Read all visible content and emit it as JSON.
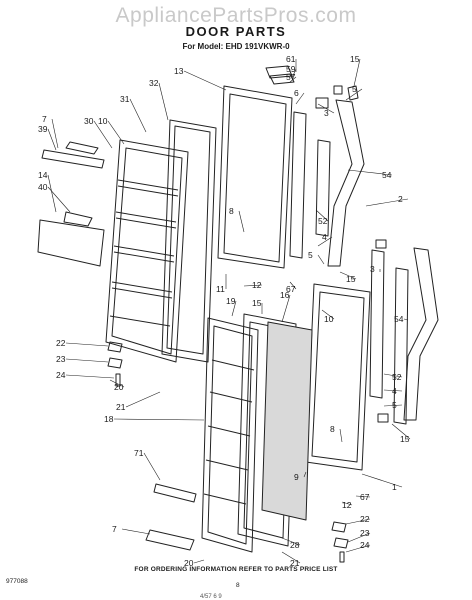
{
  "watermark": "AppliancePartsPros.com",
  "title": "DOOR PARTS",
  "model": "For Model: EHD 191VKWR-0",
  "footer": "FOR ORDERING INFORMATION REFER TO PARTS PRICE LIST",
  "code": "977088",
  "page_number": "8",
  "stamp": "4/57  6  9",
  "callouts": [
    "61",
    "59",
    "57",
    "15",
    "13",
    "5",
    "6",
    "32",
    "31",
    "10",
    "3",
    "7",
    "39",
    "30",
    "54",
    "14",
    "40",
    "2",
    "8",
    "52",
    "4",
    "5",
    "15",
    "3",
    "11",
    "12",
    "67",
    "15",
    "19",
    "16",
    "10",
    "54",
    "22",
    "23",
    "24",
    "20",
    "52",
    "4",
    "5",
    "8",
    "21",
    "18",
    "15",
    "71",
    "9",
    "1",
    "12",
    "67",
    "22",
    "23",
    "24",
    "7",
    "28",
    "20",
    "21"
  ]
}
